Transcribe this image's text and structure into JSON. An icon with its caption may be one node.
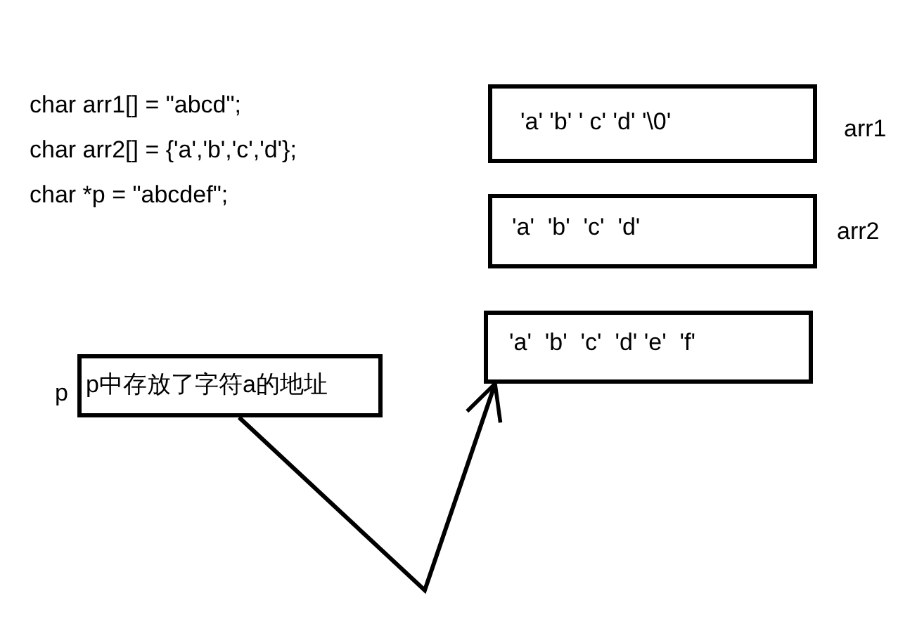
{
  "diagram": {
    "nodes": [
      {
        "text": [
          "'a' 'b' ' c' 'd' '\\0'"
        ],
        "beside": [
          "arr1"
        ]
      },
      {
        "text": [
          "'a'  'b'  'c'  'd'"
        ],
        "beside": [
          "arr2"
        ]
      },
      {
        "text": [
          "'a'  'b'  'c'  'd' 'e'  'f'"
        ]
      },
      {
        "text": [
          "p中存放了字符a的地址"
        ],
        "beside": [
          "p"
        ]
      }
    ],
    "edges": [
      {
        "from": 3,
        "to": 2,
        "arrow": "to"
      }
    ],
    "labels": [
      "char arr1[] = \"abcd\";",
      "char arr2[] = {'a','b','c','d'};",
      "char *p = \"abcdef\";"
    ]
  }
}
